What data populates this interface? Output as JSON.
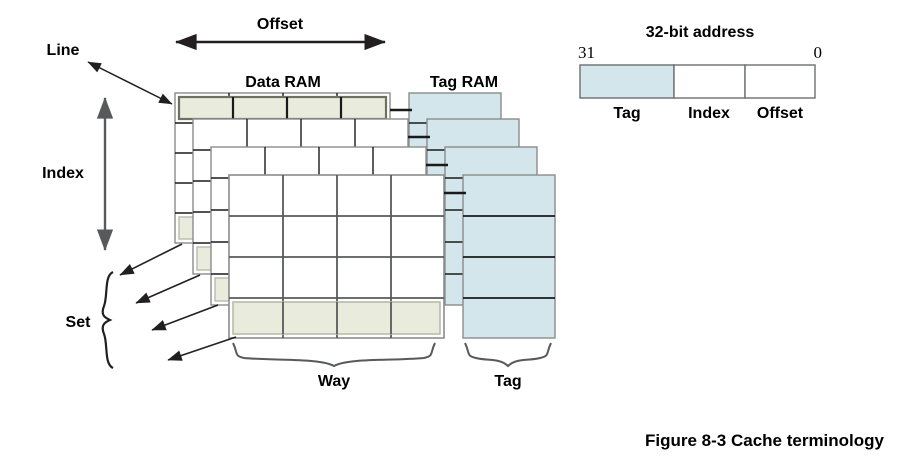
{
  "figure": {
    "caption": "Figure 8-3 Cache terminology"
  },
  "colors": {
    "tag_fill": "#d2e6ec",
    "line_fill": "#e9ecdc",
    "cell_fill": "#ffffff",
    "stroke_dark": "#1a1a1a",
    "stroke_grey": "#8c8c8c",
    "text": "#000000",
    "background": "#ffffff"
  },
  "labels": {
    "offset": "Offset",
    "line": "Line",
    "index": "Index",
    "data_ram": "Data RAM",
    "tag_ram": "Tag RAM",
    "set": "Set",
    "way": "Way",
    "tag_brace": "Tag"
  },
  "address": {
    "title": "32-bit address",
    "msb": "31",
    "lsb": "0",
    "fields": [
      {
        "name": "Tag",
        "highlighted": true
      },
      {
        "name": "Index",
        "highlighted": false
      },
      {
        "name": "Offset",
        "highlighted": false
      }
    ]
  },
  "cache_structure": {
    "ways": 4,
    "sets": 5,
    "data_ram_layers": 4,
    "tag_ram_layers": 4,
    "highlighted_line_row": 0,
    "highlighted_set_row": 4
  }
}
